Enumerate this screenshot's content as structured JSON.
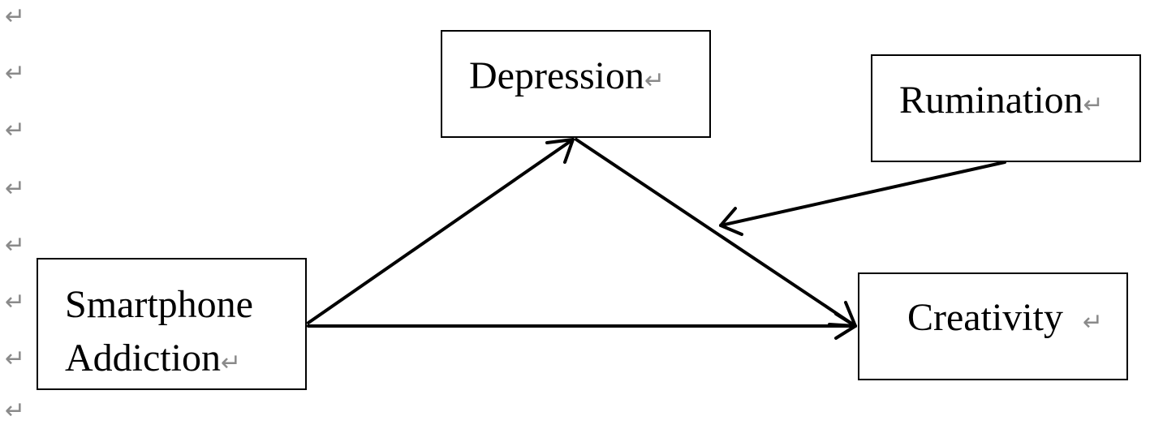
{
  "margin_marks": [
    "↵",
    "↵",
    "↵",
    "↵",
    "↵",
    "↵",
    "↵",
    "↵"
  ],
  "nodes": {
    "depression": {
      "text": "Depression",
      "mark": "↵"
    },
    "rumination": {
      "text": "Rumination",
      "mark": "↵"
    },
    "smartphone_addiction": {
      "line1": "Smartphone",
      "line2": "Addiction",
      "mark": "↵"
    },
    "creativity": {
      "text": "Creativity",
      "mark": "↵"
    }
  },
  "edges": [
    {
      "from": "Smartphone Addiction",
      "to": "Depression"
    },
    {
      "from": "Depression",
      "to": "Creativity"
    },
    {
      "from": "Smartphone Addiction",
      "to": "Creativity"
    },
    {
      "from": "Rumination",
      "to": "Depression → Creativity path"
    }
  ]
}
